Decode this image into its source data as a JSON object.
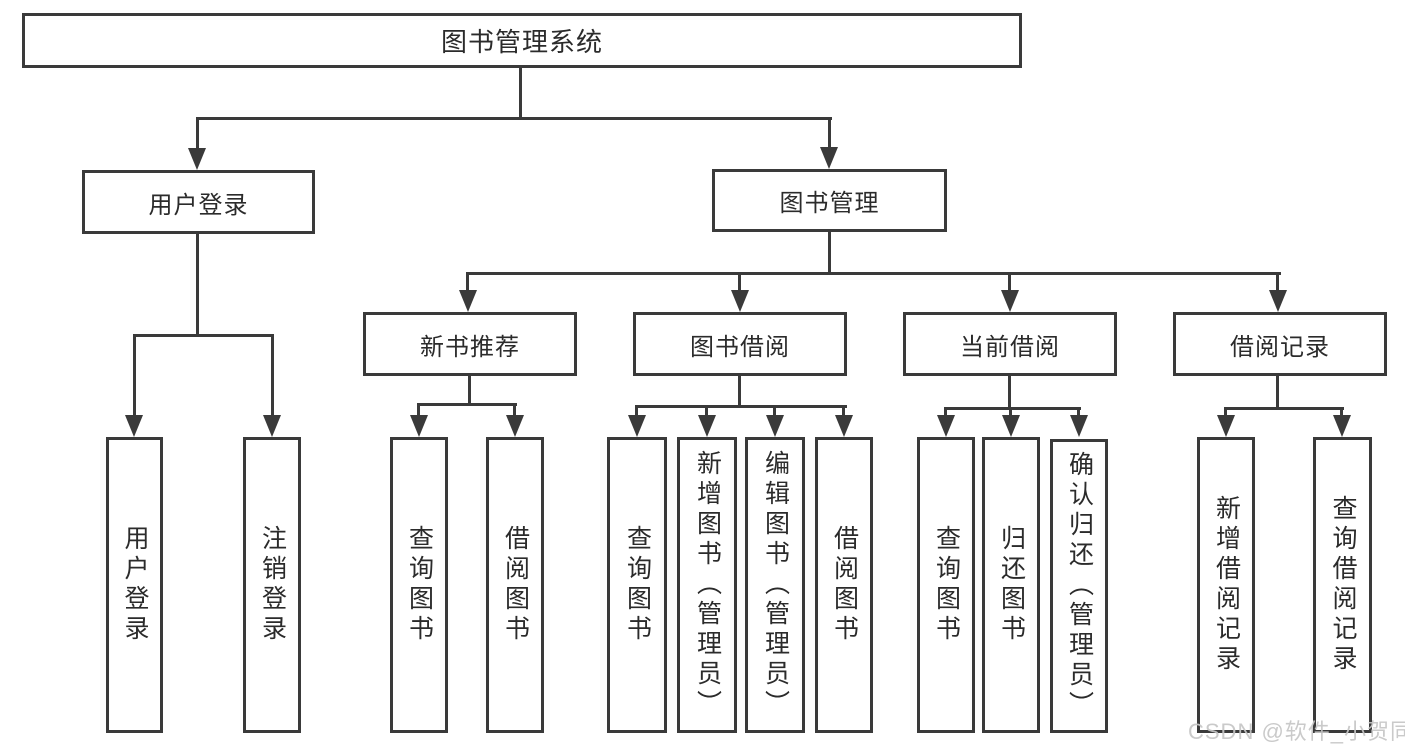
{
  "diagram_title": "图书管理系统",
  "tree": {
    "label": "图书管理系统",
    "children": [
      {
        "label": "用户登录",
        "children": [
          {
            "label": "用户登录"
          },
          {
            "label": "注销登录"
          }
        ]
      },
      {
        "label": "图书管理",
        "children": [
          {
            "label": "新书推荐",
            "children": [
              {
                "label": "查询图书"
              },
              {
                "label": "借阅图书"
              }
            ]
          },
          {
            "label": "图书借阅",
            "children": [
              {
                "label": "查询图书"
              },
              {
                "label": "新增图书（管理员）"
              },
              {
                "label": "编辑图书（管理员）"
              },
              {
                "label": "借阅图书"
              }
            ]
          },
          {
            "label": "当前借阅",
            "children": [
              {
                "label": "查询图书"
              },
              {
                "label": "归还图书"
              },
              {
                "label": "确认归还（管理员）"
              }
            ]
          },
          {
            "label": "借阅记录",
            "children": [
              {
                "label": "新增借阅记录"
              },
              {
                "label": "查询借阅记录"
              }
            ]
          }
        ]
      }
    ]
  },
  "watermark": {
    "text": "CSDN @软件_小贺同学"
  },
  "colors": {
    "line": "#3a3a3a",
    "text": "#2b2b2b",
    "box_bg": "#ffffff",
    "page_bg": "#ffffff",
    "watermark": "#c6c6c6"
  }
}
